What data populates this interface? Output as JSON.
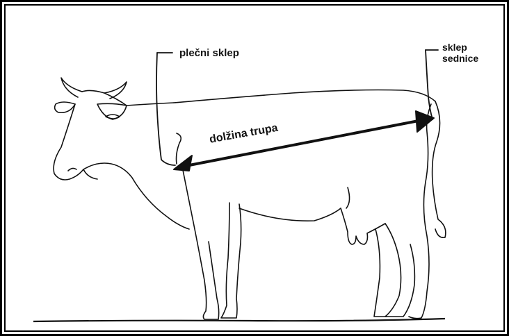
{
  "diagram": {
    "labels": {
      "shoulder_point": "plečni sklep",
      "pin_bone_line1": "sklep",
      "pin_bone_line2": "sednice",
      "body_length": "dolžina trupa"
    },
    "colors": {
      "stroke": "#111111",
      "background": "#ffffff",
      "frame": "#000000"
    }
  }
}
